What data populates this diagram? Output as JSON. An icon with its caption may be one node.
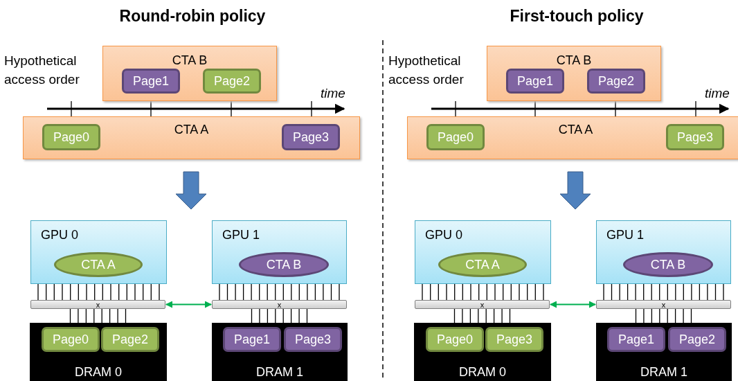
{
  "diagram": {
    "nodes": [
      {
        "text": [
          "CTA B"
        ]
      },
      {
        "text": [
          "Page1"
        ],
        "in": 0
      },
      {
        "text": [
          "Page2"
        ],
        "in": 0
      },
      {
        "text": [
          "CTA A"
        ]
      },
      {
        "text": [
          "Page0"
        ],
        "in": 3
      },
      {
        "text": [
          "Page3"
        ],
        "in": 3
      },
      {
        "text": [
          "GPU 0"
        ]
      },
      {
        "text": [
          "CTA A"
        ],
        "in": 6
      },
      {
        "text": [
          "GPU 1"
        ]
      },
      {
        "text": [
          "CTA B"
        ],
        "in": 8
      },
      {
        "text": [
          "x"
        ]
      },
      {
        "text": [
          "x"
        ]
      },
      {
        "text": [
          "DRAM 0"
        ]
      },
      {
        "text": [
          "Page0"
        ],
        "in": 12
      },
      {
        "text": [
          "Page2"
        ],
        "in": 12
      },
      {
        "text": [
          "DRAM 1"
        ]
      },
      {
        "text": [
          "Page1"
        ],
        "in": 15
      },
      {
        "text": [
          "Page3"
        ],
        "in": 15
      },
      {
        "text": [
          "CTA B"
        ]
      },
      {
        "text": [
          "Page1"
        ],
        "in": 18
      },
      {
        "text": [
          "Page2"
        ],
        "in": 18
      },
      {
        "text": [
          "CTA A"
        ]
      },
      {
        "text": [
          "Page0"
        ],
        "in": 21
      },
      {
        "text": [
          "Page3"
        ],
        "in": 21
      },
      {
        "text": [
          "GPU 0"
        ]
      },
      {
        "text": [
          "CTA A"
        ],
        "in": 24
      },
      {
        "text": [
          "GPU 1"
        ]
      },
      {
        "text": [
          "CTA B"
        ],
        "in": 26
      },
      {
        "text": [
          "x"
        ]
      },
      {
        "text": [
          "x"
        ]
      },
      {
        "text": [
          "DRAM 0"
        ]
      },
      {
        "text": [
          "Page0"
        ],
        "in": 30
      },
      {
        "text": [
          "Page3"
        ],
        "in": 30
      },
      {
        "text": [
          "DRAM 1"
        ]
      },
      {
        "text": [
          "Page1"
        ],
        "in": 33
      },
      {
        "text": [
          "Page2"
        ],
        "in": 33
      }
    ],
    "edges": [
      {
        "from": 6,
        "to": 10,
        "arrow": "none"
      },
      {
        "from": 8,
        "to": 11,
        "arrow": "none"
      },
      {
        "from": 10,
        "to": 11,
        "arrow": "both",
        "color": "#00b050"
      },
      {
        "from": 10,
        "to": 12,
        "arrow": "none"
      },
      {
        "from": 11,
        "to": 15,
        "arrow": "none"
      },
      {
        "from": 24,
        "to": 28,
        "arrow": "none"
      },
      {
        "from": 26,
        "to": 29,
        "arrow": "none"
      },
      {
        "from": 28,
        "to": 29,
        "arrow": "both",
        "color": "#00b050"
      },
      {
        "from": 28,
        "to": 30,
        "arrow": "none"
      },
      {
        "from": 29,
        "to": 33,
        "arrow": "none"
      }
    ],
    "labels": [
      "Round-robin policy",
      "First-touch policy",
      "Hypothetical access order",
      "time",
      "Hypothetical access order",
      "time"
    ]
  }
}
